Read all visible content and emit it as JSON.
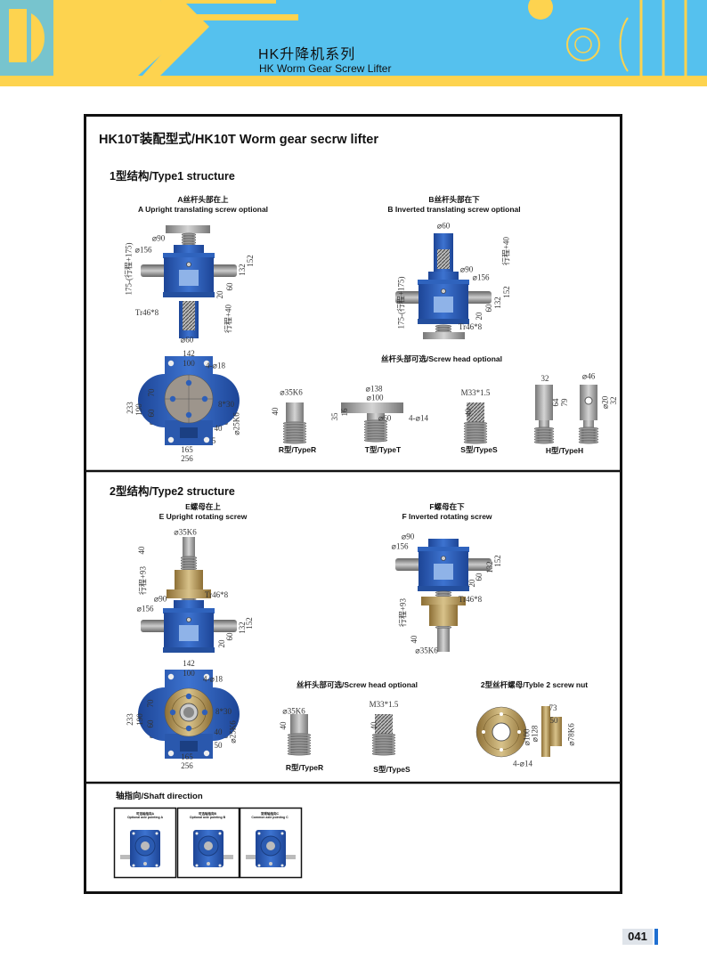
{
  "colors": {
    "yellow": "#FDD34F",
    "blue": "#55C1EE",
    "jack_blue": "#2E5FB8",
    "brass": "#B89A5A",
    "steel": "#A9A9A9"
  },
  "header": {
    "title_cn": "HK升降机系列",
    "title_en": "HK Worm Gear Screw Lifter"
  },
  "main": {
    "title": "HK10T装配型式/HK10T Worm gear secrw lifter"
  },
  "type1": {
    "heading": "1型结构/Type1 structure",
    "a": {
      "cn": "A丝杆头部在上",
      "en": "A Upright translating screw optional",
      "dims": [
        "⌀90",
        "⌀156",
        "175-(行程+175)",
        "132",
        "152",
        "60",
        "20",
        "Tr46*8",
        "行程+40",
        "⌀60"
      ]
    },
    "b": {
      "cn": "B丝杆头部在下",
      "en": "B Inverted translating screw optional",
      "dims": [
        "⌀60",
        "行程+40",
        "⌀90",
        "⌀156",
        "175-(行程+175)",
        "152",
        "132",
        "60",
        "20",
        "Tr46*8"
      ]
    },
    "plan": {
      "dims": [
        "142",
        "100",
        "4-⌀18",
        "233",
        "190",
        "70",
        "60",
        "8*30",
        "⌀25K6",
        "40",
        "5",
        "165",
        "256"
      ]
    },
    "heads": {
      "caption": "丝杆头部可选/Screw head optional",
      "r": {
        "label": "R型/TypeR",
        "dims": [
          "⌀35K6",
          "40"
        ]
      },
      "t": {
        "label": "T型/TypeT",
        "dims": [
          "⌀138",
          "⌀100",
          "35",
          "16",
          "⌀60",
          "4-⌀14"
        ]
      },
      "s": {
        "label": "S型/TypeS",
        "dims": [
          "M33*1.5",
          "40"
        ]
      },
      "h": {
        "label": "H型/TypeH",
        "dims": [
          "32",
          "64",
          "79",
          "⌀46",
          "⌀20",
          "32"
        ]
      }
    }
  },
  "type2": {
    "heading": "2型结构/Type2 structure",
    "e": {
      "cn": "E螺母在上",
      "en": "E Upright rotating screw",
      "dims": [
        "⌀35K6",
        "40",
        "行程+93",
        "Tr46*8",
        "⌀90",
        "⌀156",
        "132",
        "152",
        "60",
        "20"
      ]
    },
    "f": {
      "cn": "F螺母在下",
      "en": "F Inverted rotating screw",
      "dims": [
        "⌀90",
        "⌀156",
        "132",
        "152",
        "60",
        "20",
        "Tr46*8",
        "行程+93",
        "40",
        "⌀35K6"
      ]
    },
    "plan": {
      "dims": [
        "142",
        "100",
        "4-⌀18",
        "233",
        "190",
        "70",
        "60",
        "8*30",
        "⌀25K6",
        "40",
        "50",
        "165",
        "256"
      ]
    },
    "heads": {
      "caption": "丝杆头部可选/Screw head optional",
      "r": {
        "label": "R型/TypeR",
        "dims": [
          "⌀35K6",
          "40"
        ]
      },
      "s": {
        "label": "S型/TypeS",
        "dims": [
          "M33*1.5",
          "40"
        ]
      }
    },
    "nut": {
      "caption": "2型丝杆螺母/Tyble 2 screw nut",
      "dims": [
        "73",
        "50",
        "⌀100",
        "⌀128",
        "⌀78K6",
        "4-⌀14"
      ]
    }
  },
  "shaft": {
    "heading": "轴指向/Shaft direction",
    "options": [
      {
        "cn": "可选轴指向A",
        "en": "Optional axle pointing A"
      },
      {
        "cn": "可选轴指向B",
        "en": "Optional axle pointing B"
      },
      {
        "cn": "常规轴指向C",
        "en": "Common axle pointing C"
      }
    ]
  },
  "page_number": "041"
}
